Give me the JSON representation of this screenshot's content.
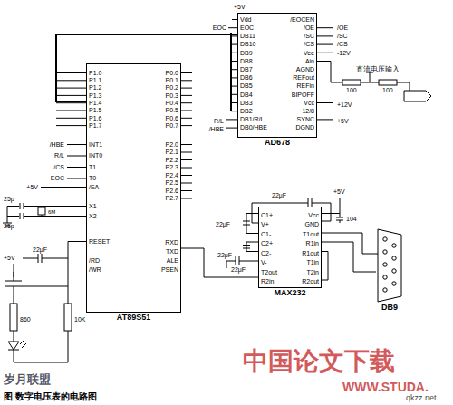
{
  "diagram": {
    "caption": "图  数字电压表的电路图",
    "nodes": [
      {
        "text": [
          "AT89S51"
        ]
      },
      {
        "text": [
          "AD678"
        ]
      },
      {
        "text": [
          "MAX232"
        ]
      },
      {
        "text": [
          "DB9"
        ]
      }
    ],
    "edges": [
      {
        "from": 0,
        "to": 1,
        "arrow": "none"
      },
      {
        "from": 0,
        "to": 2,
        "arrow": "none"
      },
      {
        "from": 2,
        "to": 3,
        "arrow": "none"
      }
    ],
    "labels": [
      "P1.0",
      "P1.1",
      "P1.2",
      "P1.3",
      "P1.4",
      "P1.5",
      "P1.6",
      "P1.7",
      "INT1",
      "INT0",
      "T1",
      "T0",
      "/EA",
      "X1",
      "X2",
      "RESET",
      "/RD",
      "/WR",
      "P0.0",
      "P0.1",
      "P0.2",
      "P0.3",
      "P0.4",
      "P0.5",
      "P0.6",
      "P0.7",
      "P2.0",
      "P2.1",
      "P2.2",
      "P2.3",
      "P2.4",
      "P2.5",
      "P2.6",
      "P2.7",
      "RXD",
      "TXD",
      "ALE",
      "PSEN",
      "/HBE",
      "R/L",
      "/CS",
      "EOC",
      "Vdd",
      "EOC",
      "DB11",
      "DB10",
      "DB9",
      "DB8",
      "DB7",
      "DB6",
      "DB5",
      "DB4",
      "DB3",
      "DB2",
      "DB1/R/L",
      "DB0/HBE",
      "/EOCEN",
      "/OE",
      "/SC",
      "/CS",
      "Vee",
      "Ain",
      "AGND",
      "REFout",
      "REFin",
      "BIPOFF",
      "Vcc",
      "12/8",
      "SYNC",
      "DGND",
      "EOC",
      "+5V",
      "/OE",
      "/SC",
      "/CS",
      "-12V",
      "直流电压输入",
      "100",
      "100",
      "+12V",
      "+5V",
      "R/L",
      "/HBE",
      "25p",
      "25p",
      "+5V",
      "6M",
      "+5V",
      "22μF",
      "860",
      "10K",
      "C1+",
      "V+",
      "C1-",
      "C2+",
      "C2-",
      "V-",
      "T2out",
      "R2in",
      "Vcc",
      "GND",
      "T1out",
      "R1in",
      "R1out",
      "T1in",
      "T2in",
      "R2out",
      "22μF",
      "22μF",
      "22μF",
      "22μF",
      "104",
      "+5V",
      "中国论文下载",
      "WWW.STUDA.",
      "qkzz.net",
      "岁月联盟"
    ]
  }
}
